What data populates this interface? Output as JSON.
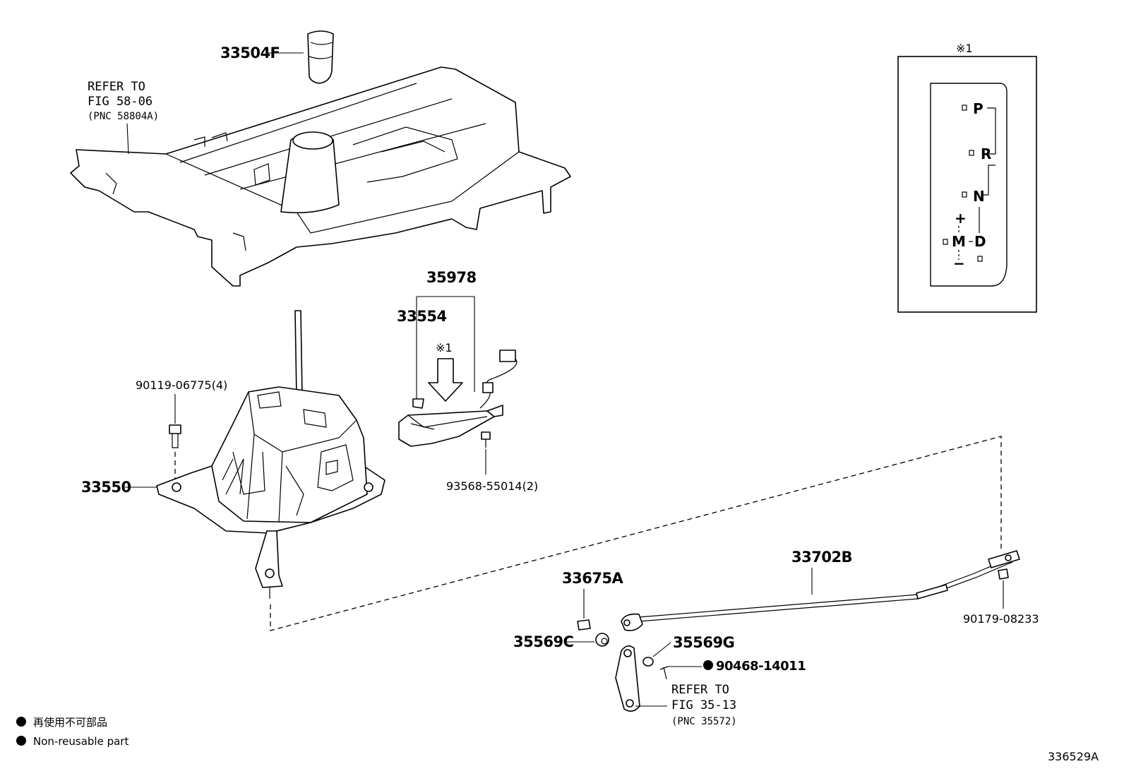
{
  "parts": {
    "knob": "33504F",
    "console_ref": [
      "REFER TO",
      "FIG 58-06",
      "(PNC 58804A)"
    ],
    "indicator_assy": "35978",
    "indicator_housing": "33554",
    "bolt": "90119-06775(4)",
    "shifter_assy": "33550",
    "screw": "93568-55014(2)",
    "cable": "33702B",
    "bushing": "33675A",
    "grommet_c": "35569C",
    "grommet_g": "35569G",
    "clip": "90468-14011",
    "lever_ref": [
      "REFER TO",
      "FIG 35-13",
      "(PNC 35572)"
    ],
    "nut": "90179-08233"
  },
  "callout": {
    "mark": "※1",
    "mark_box": "※1"
  },
  "gear_pattern": {
    "p": "P",
    "r": "R",
    "n": "N",
    "plus": "+",
    "m": "M",
    "d": "D",
    "minus": "−"
  },
  "legend": [
    {
      "symbol": "●",
      "text": "再使用不可部品"
    },
    {
      "symbol": "●",
      "text": "Non-reusable part"
    }
  ],
  "figure_id": "336529A"
}
